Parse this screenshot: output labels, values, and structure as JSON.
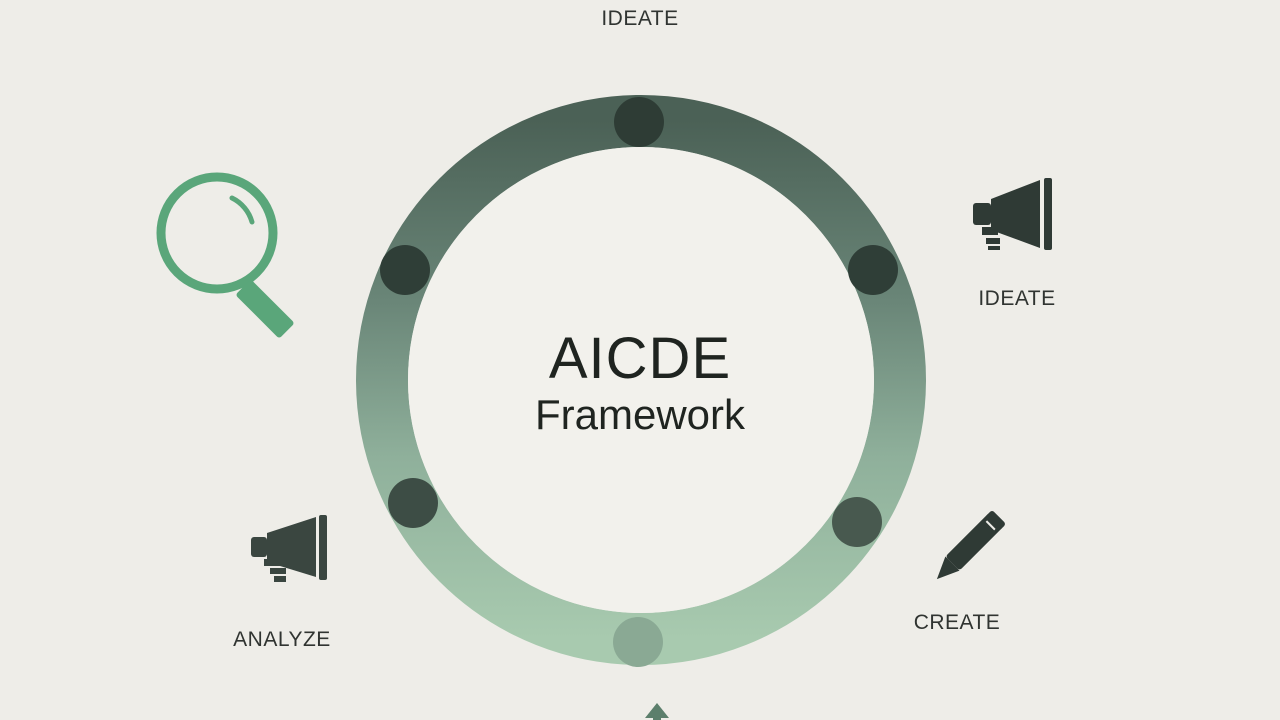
{
  "diagram": {
    "title_line1": "AICDE",
    "title_line2": "Framework",
    "stage_labels": {
      "top": "IDEATE",
      "right": "IDEATE",
      "bottom_right": "CREATE",
      "bottom_left": "ANALYZE"
    },
    "icons": {
      "top_left": "magnifying-glass-icon",
      "right": "megaphone-icon",
      "bottom_right": "pen-icon",
      "bottom_left": "megaphone-icon",
      "bottom": "arrow-up-icon"
    },
    "colors": {
      "background": "#eeede8",
      "ring_dark": "#4a5f55",
      "ring_light": "#a9c9b0",
      "node_dark": "#2f3f37",
      "accent_green": "#5aa67a",
      "text": "#303431"
    }
  }
}
